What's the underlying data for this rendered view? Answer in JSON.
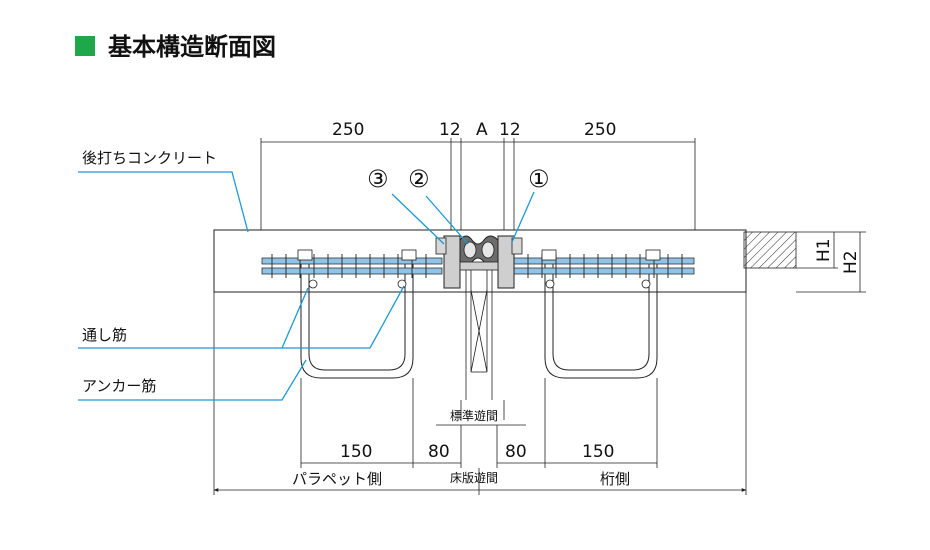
{
  "title": "基本構造断面図",
  "colors": {
    "title_square": "#1ea84a",
    "leader": "#1a9ad6",
    "rebar": "#8fc4e8"
  },
  "dimensions": {
    "top_left": "250",
    "top_gap_left": "12",
    "top_center": "A",
    "top_gap_right": "12",
    "top_right": "250",
    "h1": "H1",
    "h2": "H2",
    "bottom_left_150": "150",
    "bottom_left_80": "80",
    "bottom_right_80": "80",
    "bottom_right_150": "150"
  },
  "labels": {
    "post_concrete": "後打ちコンクリート",
    "through_bar": "通し筋",
    "anchor_bar": "アンカー筋",
    "standard_gap": "標準遊間",
    "slab_gap": "床版遊間",
    "parapet_side": "パラペット側",
    "girder_side": "桁側"
  },
  "callouts": {
    "one": "①",
    "two": "②",
    "three": "③"
  }
}
